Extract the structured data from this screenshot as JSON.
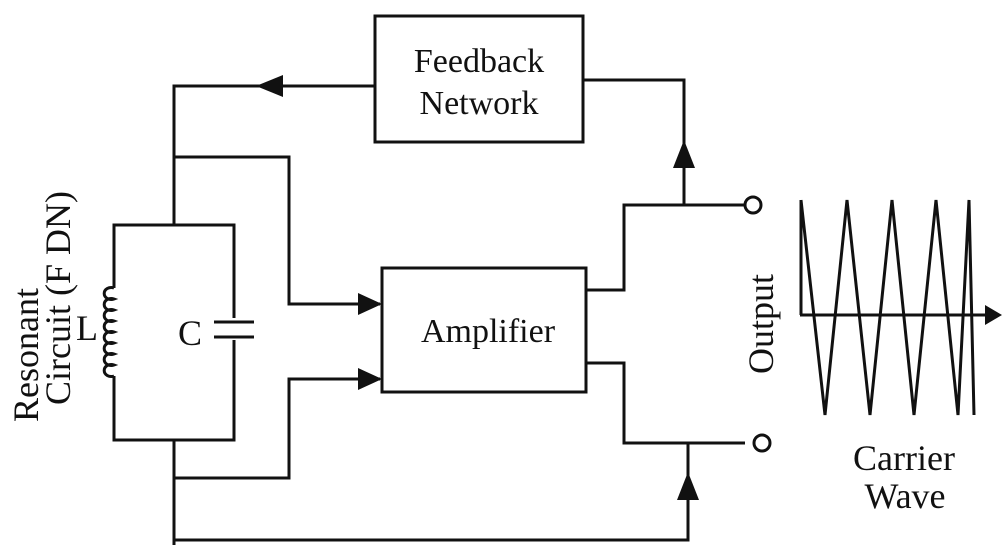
{
  "blocks": {
    "feedback": [
      "Feedback",
      "Network"
    ],
    "amplifier": "Amplifier"
  },
  "components": {
    "inductor": "L",
    "capacitor": "C"
  },
  "labels": {
    "resonant": [
      "Resonant",
      "Circuit (F DN)"
    ],
    "output": "Output",
    "carrier": [
      "Carrier",
      "Wave"
    ]
  }
}
